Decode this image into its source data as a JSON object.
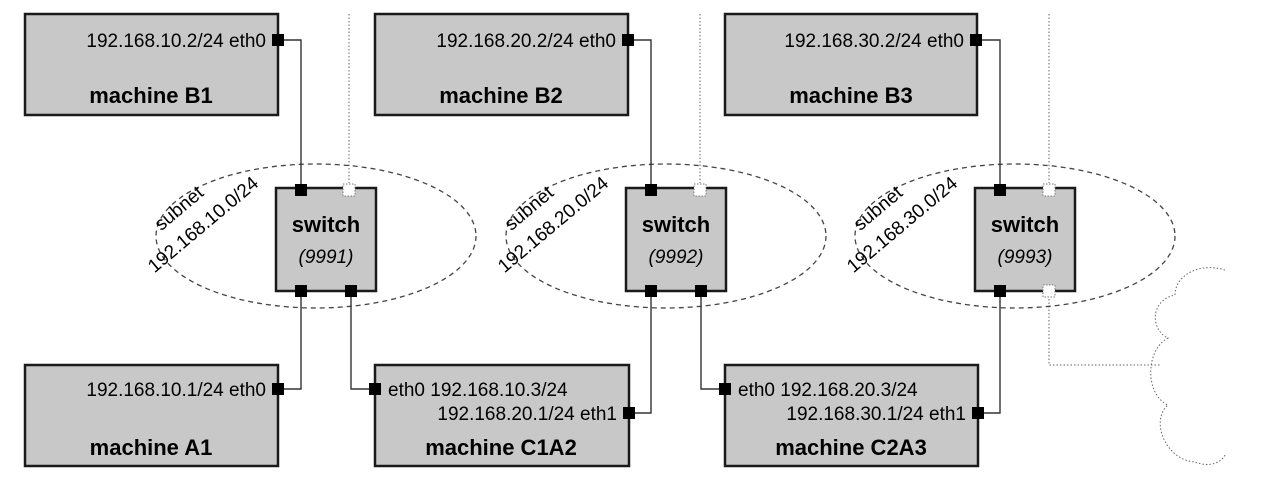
{
  "machines": {
    "B1": {
      "name": "machine B1",
      "eth0": "192.168.10.2/24 eth0"
    },
    "B2": {
      "name": "machine B2",
      "eth0": "192.168.20.2/24 eth0"
    },
    "B3": {
      "name": "machine B3",
      "eth0": "192.168.30.2/24 eth0"
    },
    "A1": {
      "name": "machine A1",
      "eth0": "192.168.10.1/24 eth0"
    },
    "C1A2": {
      "name": "machine C1A2",
      "eth0": "eth0 192.168.10.3/24",
      "eth1": "192.168.20.1/24 eth1"
    },
    "C2A3": {
      "name": "machine C2A3",
      "eth0": "eth0 192.168.20.3/24",
      "eth1": "192.168.30.1/24 eth1"
    }
  },
  "switches": [
    {
      "label": "switch",
      "port": "(9991)"
    },
    {
      "label": "switch",
      "port": "(9992)"
    },
    {
      "label": "switch",
      "port": "(9993)"
    }
  ],
  "subnets": [
    {
      "word": "subnet",
      "cidr": "192.168.10.0/24"
    },
    {
      "word": "subnet",
      "cidr": "192.168.20.0/24"
    },
    {
      "word": "subnet",
      "cidr": "192.168.30.0/24"
    }
  ]
}
